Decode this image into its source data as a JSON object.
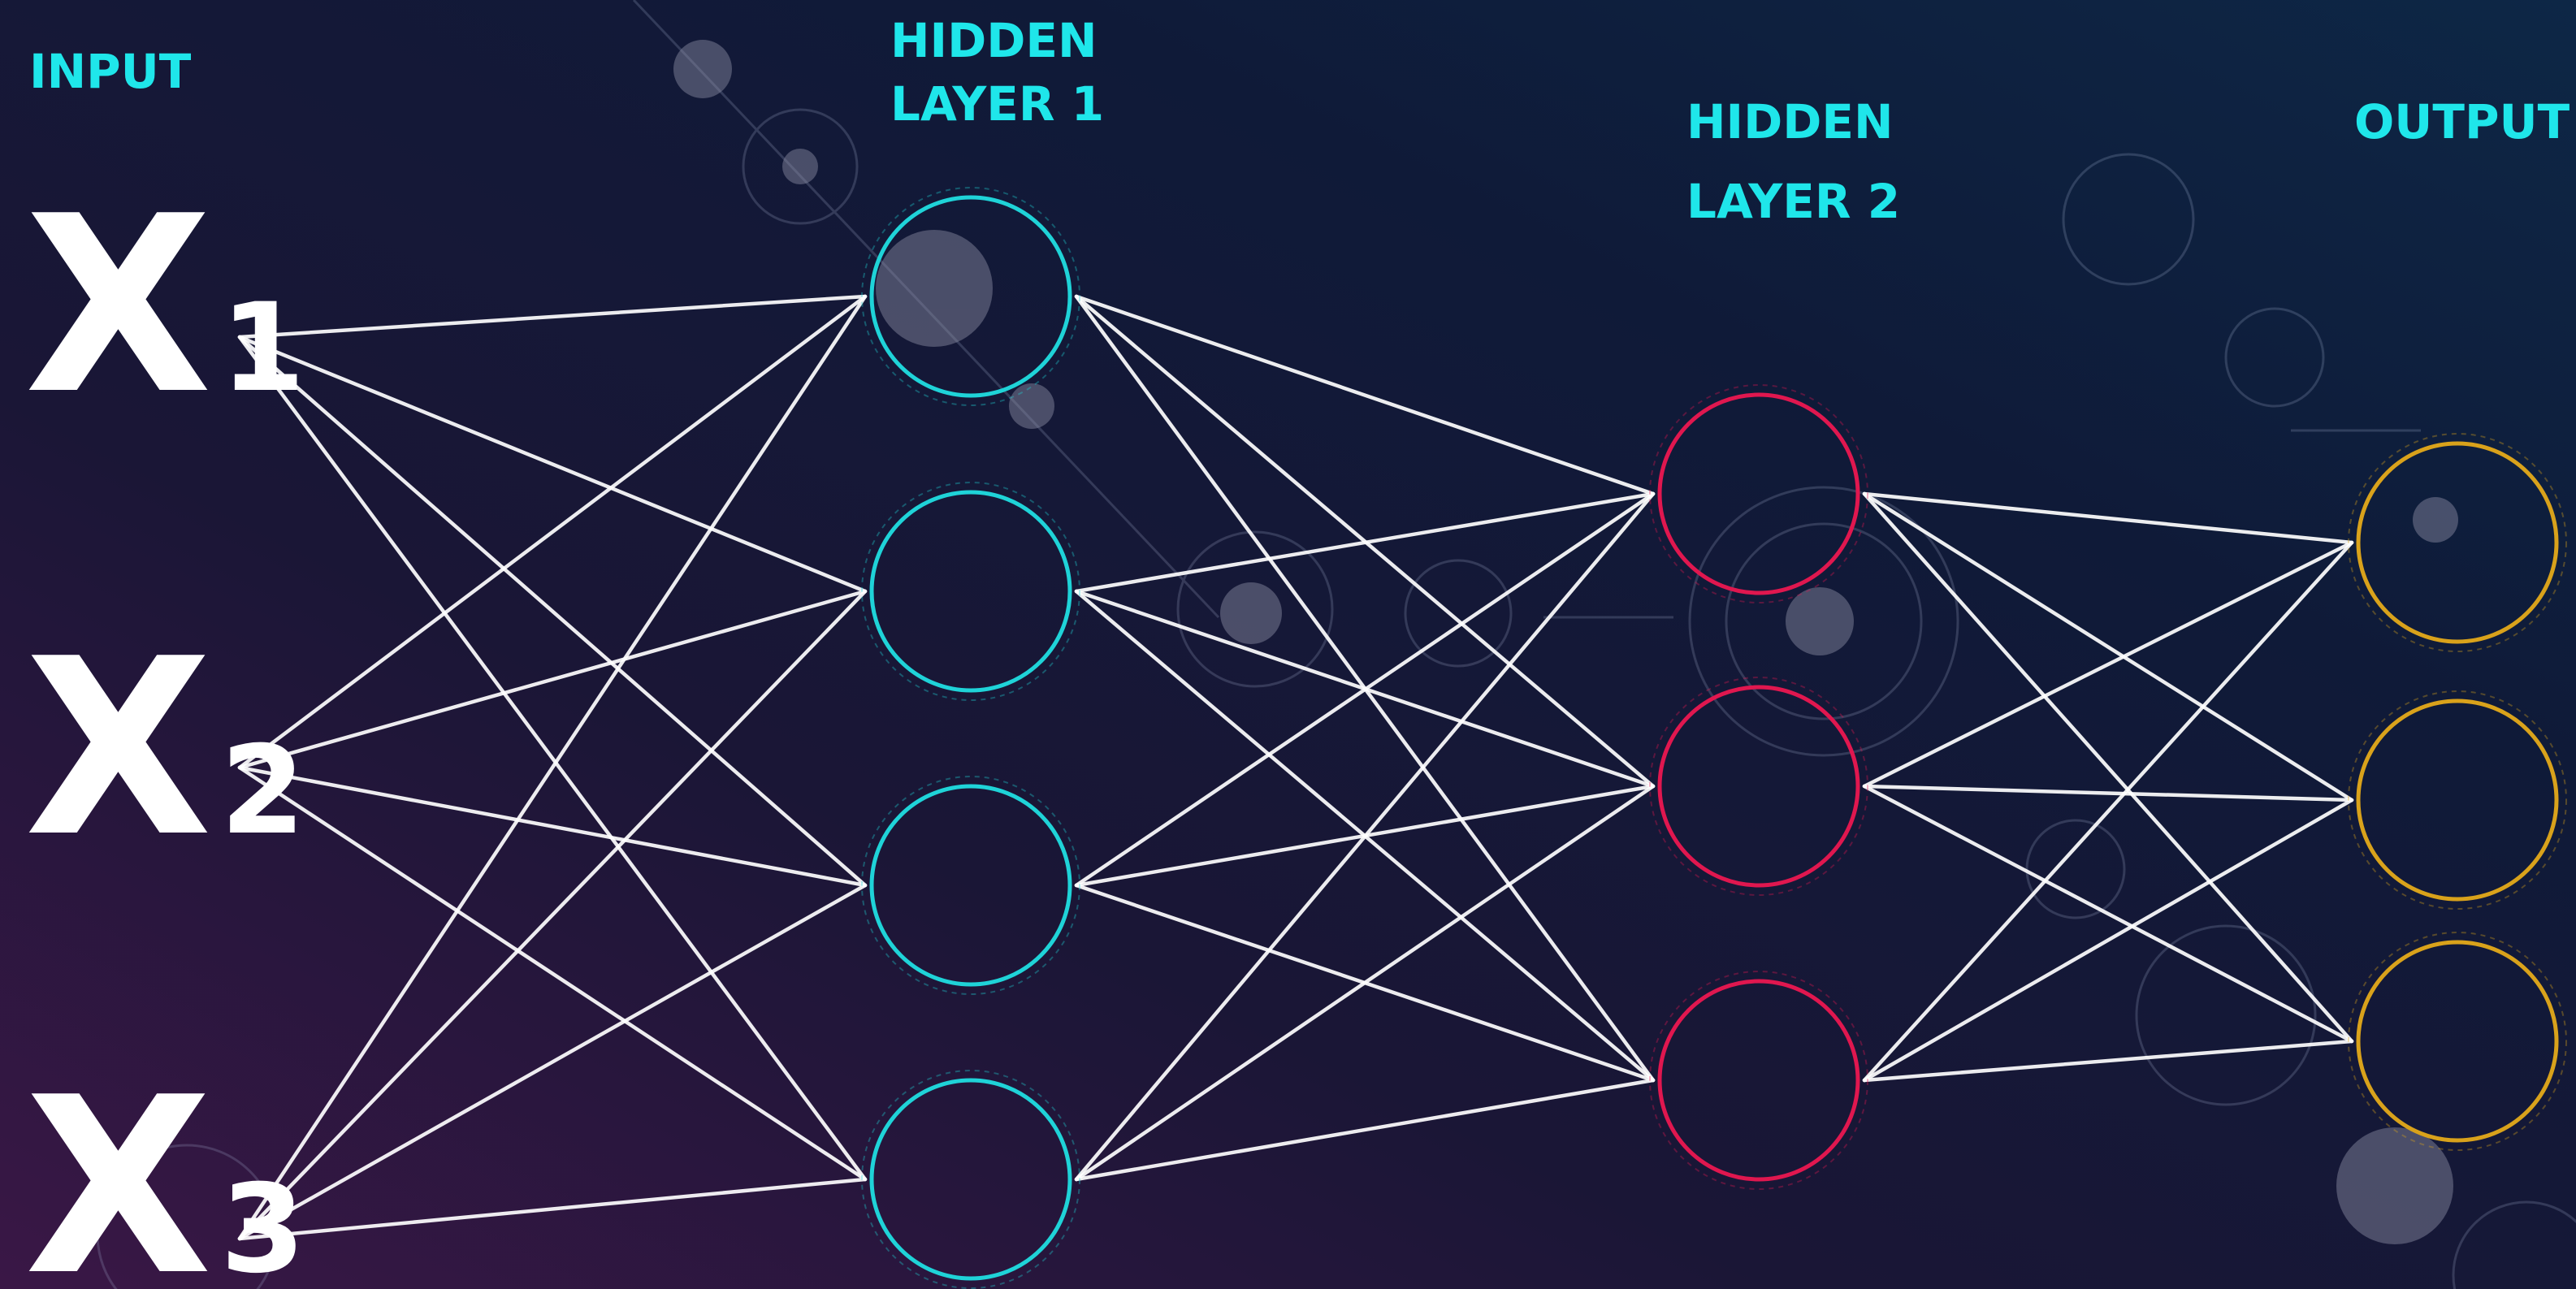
{
  "diagram": {
    "labels": {
      "input": "INPUT",
      "hidden1_line1": "HIDDEN",
      "hidden1_line2": "LAYER 1",
      "hidden2_line1": "HIDDEN",
      "hidden2_line2": "LAYER 2",
      "output": "OUTPUT"
    },
    "inputs": [
      {
        "letter": "X",
        "sub": "1"
      },
      {
        "letter": "X",
        "sub": "2"
      },
      {
        "letter": "X",
        "sub": "3"
      }
    ],
    "layers": [
      {
        "name": "input",
        "count": 3
      },
      {
        "name": "hidden-layer-1",
        "count": 4,
        "color": "#1fd3d8"
      },
      {
        "name": "hidden-layer-2",
        "count": 3,
        "color": "#e0174f"
      },
      {
        "name": "output",
        "count": 3,
        "color": "#d9a21b"
      }
    ],
    "connections": "fully-connected",
    "colors": {
      "background": "#0f1433",
      "label": "#1fe6ea",
      "edge": "#ffffff"
    }
  }
}
